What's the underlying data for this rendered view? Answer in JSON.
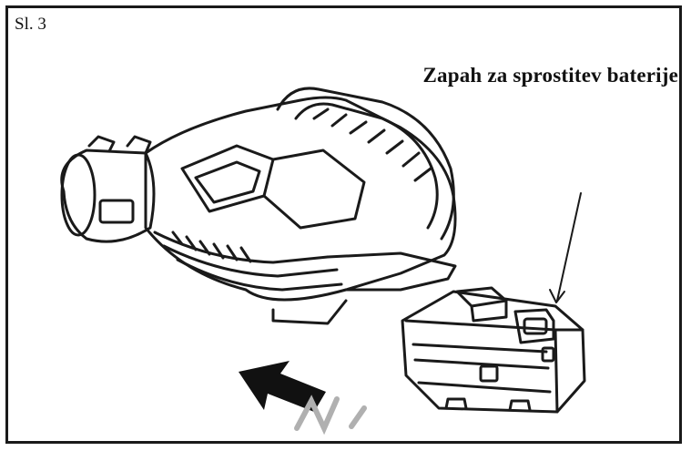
{
  "figure": {
    "label": "Sl. 3",
    "callout": "Zapah za sprostitev baterije"
  },
  "colors": {
    "line": "#1a1a1a",
    "arrow": "#111111",
    "watermark": "#b0b0b0"
  },
  "icons": [
    "blower-device-drawing",
    "battery-pack-drawing",
    "insert-direction-arrow"
  ]
}
